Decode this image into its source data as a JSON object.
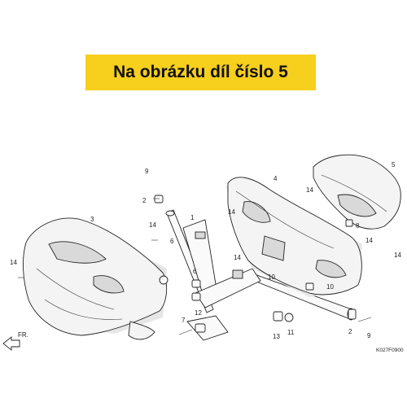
{
  "banner": {
    "text": "Na obrázku díl číslo 5",
    "color": "#f7cf1d"
  },
  "diagram_code": "K027F0900",
  "front_arrow_label": "FR.",
  "callouts": {
    "n1": "1",
    "n2a": "2",
    "n2b": "2",
    "n3": "3",
    "n4": "4",
    "n5": "5",
    "n6a": "6",
    "n6b": "6",
    "n7": "7",
    "n8": "8",
    "n9a": "9",
    "n9b": "9",
    "n10a": "10",
    "n10b": "10",
    "n11": "11",
    "n12": "12",
    "n13": "13",
    "n14a": "14",
    "n14b": "14",
    "n14c": "14",
    "n14d": "14",
    "n14e": "14",
    "n14f": "14",
    "n14g": "14"
  }
}
